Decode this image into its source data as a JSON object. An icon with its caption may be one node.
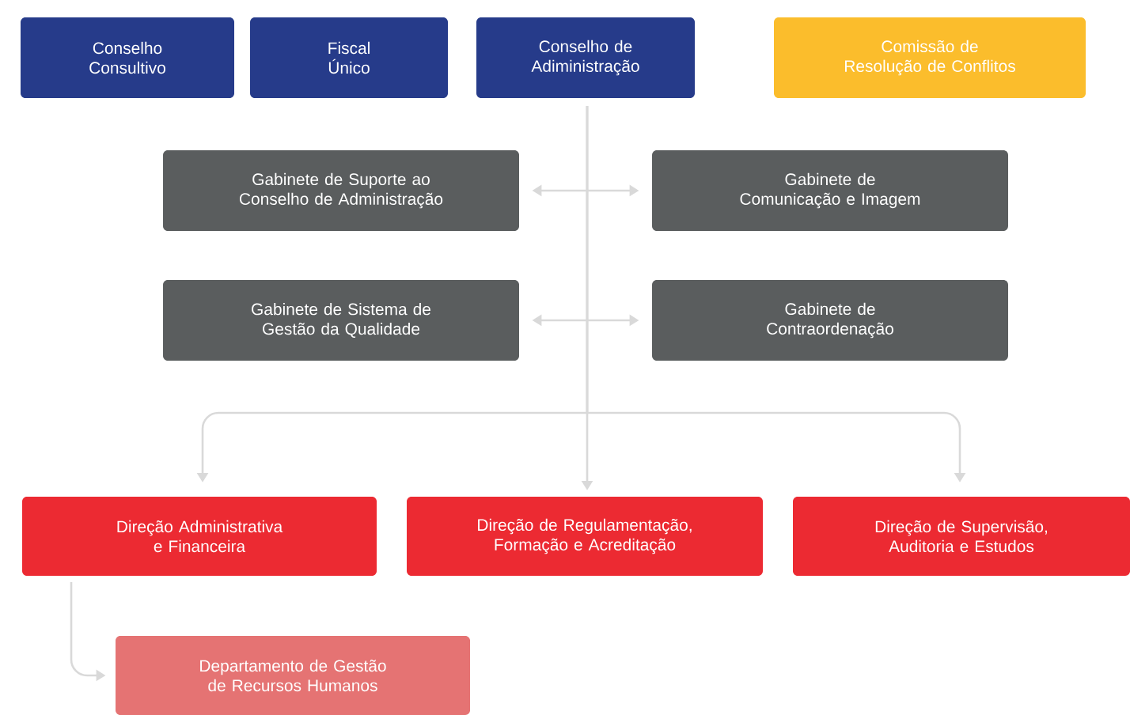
{
  "diagram": {
    "nodes": [
      {
        "text": [
          "Conselho Consultivo"
        ]
      },
      {
        "text": [
          "Fiscal Único"
        ]
      },
      {
        "text": [
          "Conselho de Adiministração"
        ]
      },
      {
        "text": [
          "Comissão de Resolução de Conflitos"
        ]
      },
      {
        "text": [
          "Gabinete de Suporte ao Conselho de Administração"
        ]
      },
      {
        "text": [
          "Gabinete de Comunicação e Imagem"
        ]
      },
      {
        "text": [
          "Gabinete de Sistema de Gestão da Qualidade"
        ]
      },
      {
        "text": [
          "Gabinete de Contraordenação"
        ]
      },
      {
        "text": [
          "Direção Administrativa e Financeira"
        ]
      },
      {
        "text": [
          "Direção de Regulamentação, Formação e Acreditação"
        ]
      },
      {
        "text": [
          "Direção de Supervisão, Auditoria e Estudos"
        ]
      },
      {
        "text": [
          "Departamento de Gestão de Recursos Humanos"
        ]
      }
    ],
    "edges": [
      {
        "from": 4,
        "to": 5,
        "arrow": "both"
      },
      {
        "from": 6,
        "to": 7,
        "arrow": "both"
      },
      {
        "from": 2,
        "to": 8,
        "arrow": "to"
      },
      {
        "from": 2,
        "to": 9,
        "arrow": "to"
      },
      {
        "from": 2,
        "to": 10,
        "arrow": "to"
      },
      {
        "from": 8,
        "to": 11,
        "arrow": "to"
      }
    ]
  }
}
